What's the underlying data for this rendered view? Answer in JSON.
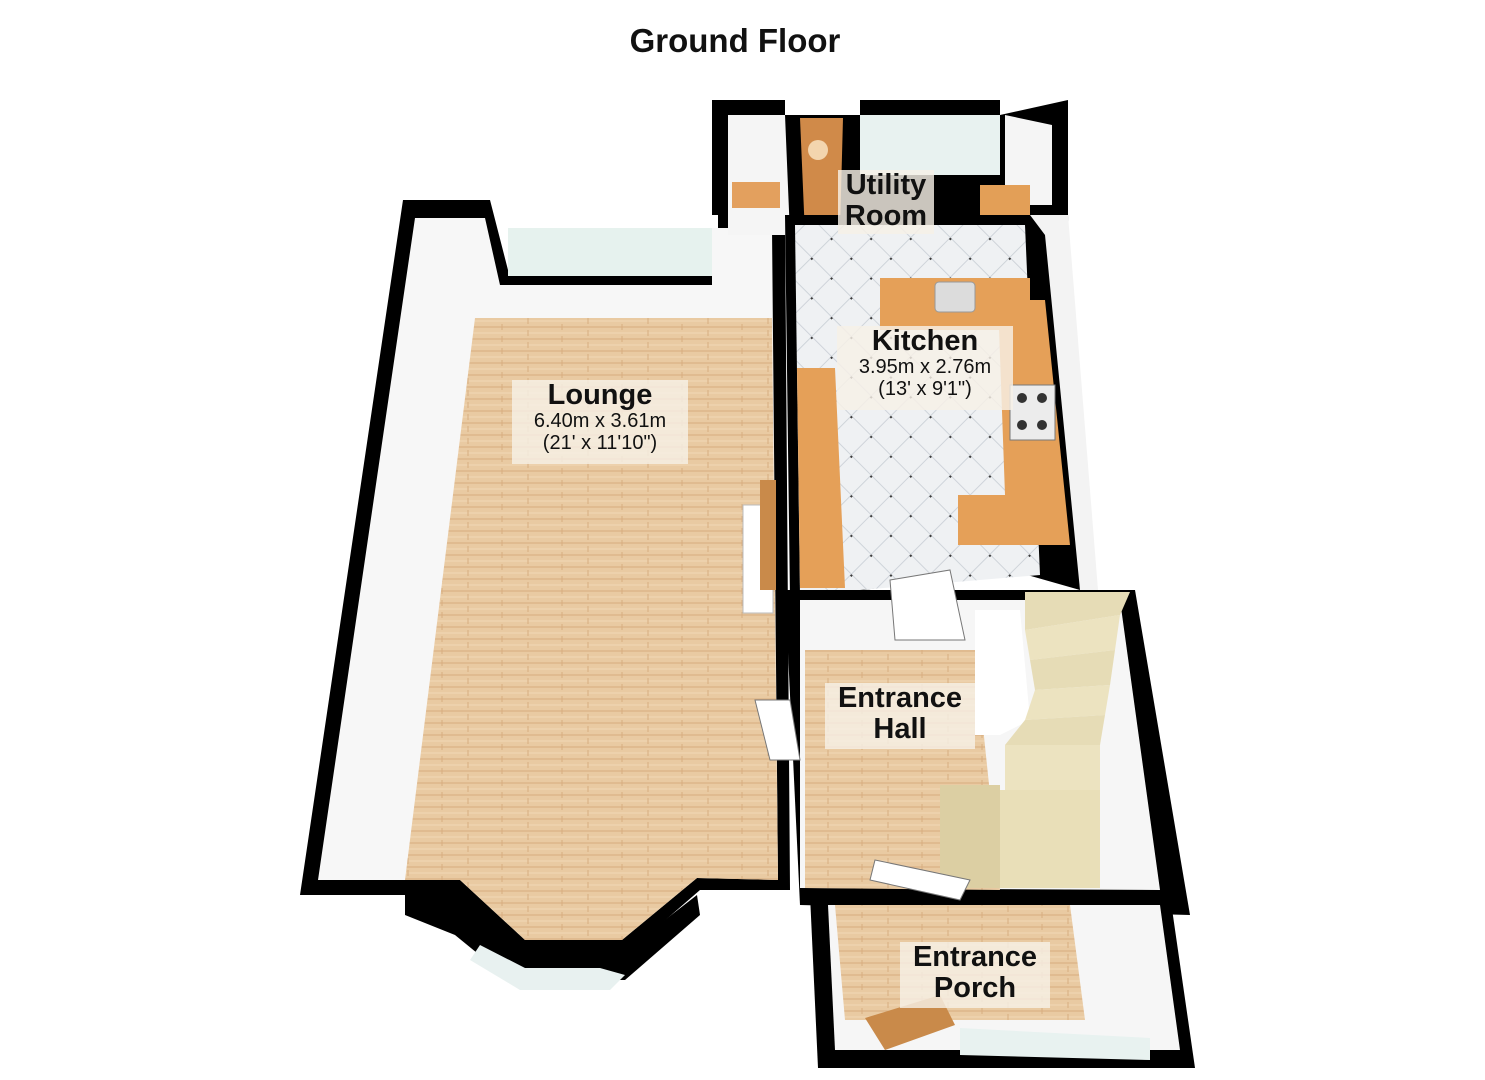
{
  "title": "Ground Floor",
  "rooms": {
    "lounge": {
      "name": "Lounge",
      "metric": "6.40m x 3.61m",
      "imperial": "(21' x 11'10\")"
    },
    "kitchen": {
      "name": "Kitchen",
      "metric": "3.95m x 2.76m",
      "imperial": "(13' x 9'1\")"
    },
    "utility": {
      "name_line1": "Utility",
      "name_line2": "Room"
    },
    "hall": {
      "name_line1": "Entrance",
      "name_line2": "Hall"
    },
    "porch": {
      "name_line1": "Entrance",
      "name_line2": "Porch"
    }
  },
  "colors": {
    "wall": "#000000",
    "wood_floor": "#e7c7a0",
    "worktop": "#e8a35c",
    "tile_floor": "#eef0f2",
    "stair": "#e9dfb8",
    "inner_wall": "#ffffff"
  }
}
